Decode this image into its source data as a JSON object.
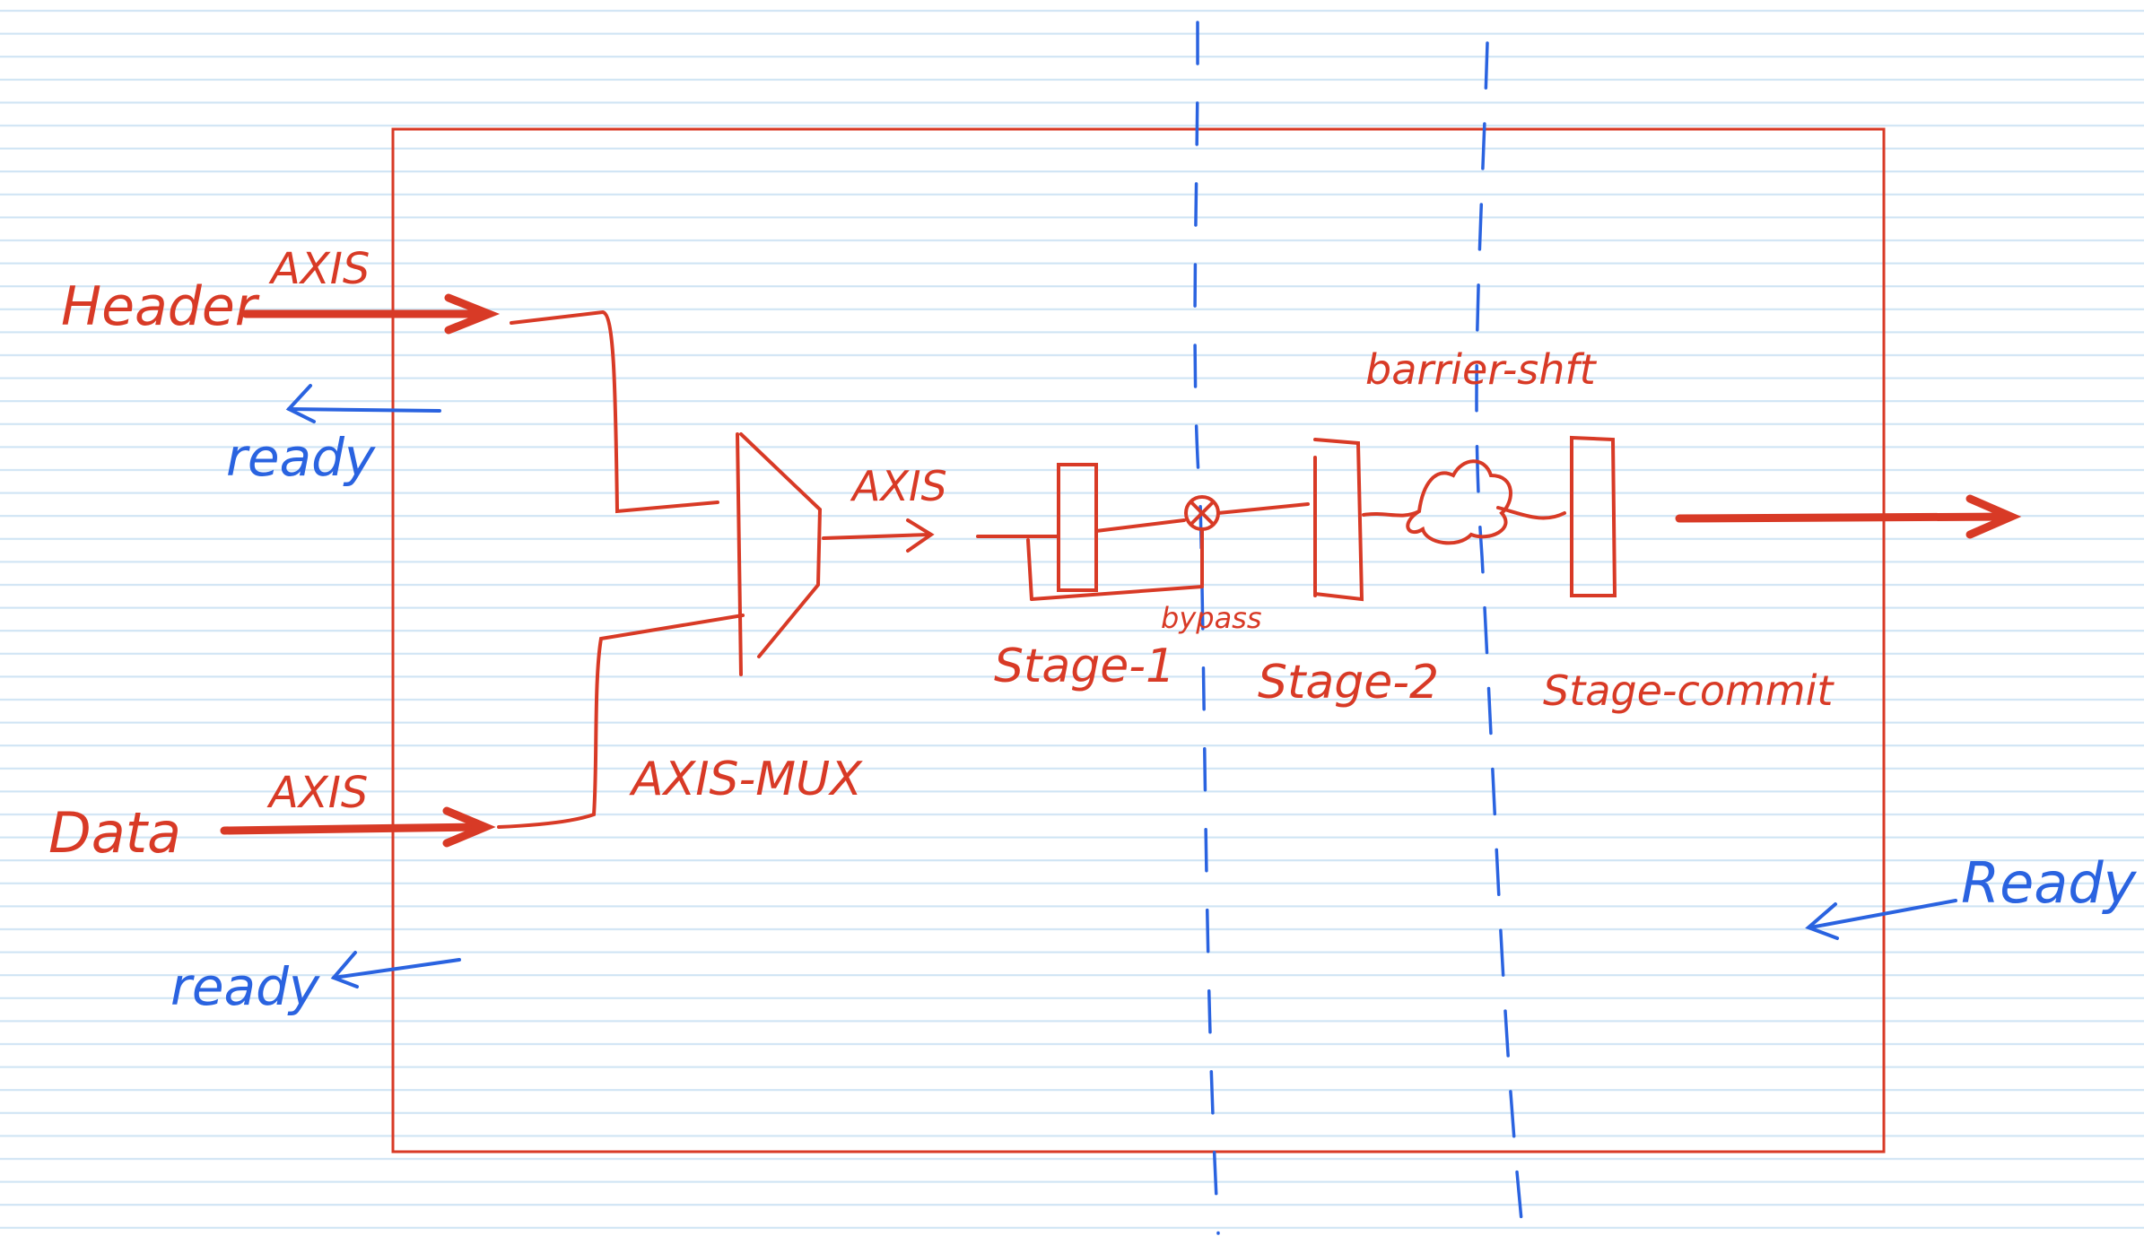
{
  "colors": {
    "paper": "#ffffff",
    "ruled_lines": "#cfe4f4",
    "red_ink": "#d83a26",
    "blue_ink": "#2a63e0"
  },
  "labels": {
    "header": "Header",
    "header_protocol": "AXIS",
    "header_ready": "ready",
    "data": "Data",
    "data_protocol": "AXIS",
    "data_ready": "ready",
    "mux_out_protocol": "AXIS",
    "mux": "AXIS-MUX",
    "barrier": "barrier-shft",
    "bypass": "bypass",
    "stage1": "Stage-1",
    "stage2": "Stage-2",
    "stage_commit": "Stage-commit",
    "output_ready": "Ready"
  }
}
